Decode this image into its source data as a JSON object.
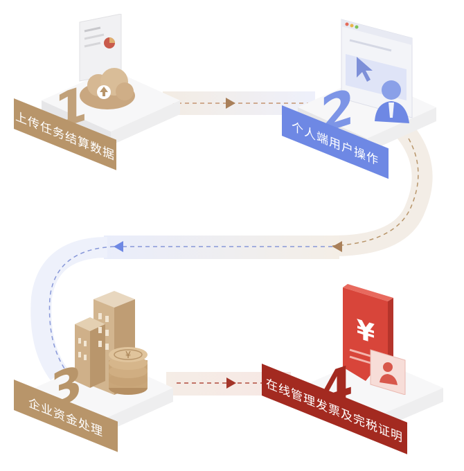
{
  "steps": [
    {
      "number": "1",
      "label": "上传任务结算数据",
      "color": "#b8956a"
    },
    {
      "number": "2",
      "label": "个人端用户操作",
      "color": "#6e88e4"
    },
    {
      "number": "3",
      "label": "企业资金处理",
      "color": "#b8956a"
    },
    {
      "number": "4",
      "label": "在线管理发票及完税证明",
      "color": "#a32a20"
    }
  ],
  "icons": {
    "step1": "cloud-upload-document-icon",
    "step2": "browser-cursor-user-icon",
    "step3": "buildings-coins-icon",
    "step4": "yuan-receipt-id-card-icon"
  },
  "colors": {
    "gold": "#b8956a",
    "blue": "#6e88e4",
    "red": "#a32a20",
    "platform": "#f4f4f5",
    "track": "#f6f1ea"
  }
}
